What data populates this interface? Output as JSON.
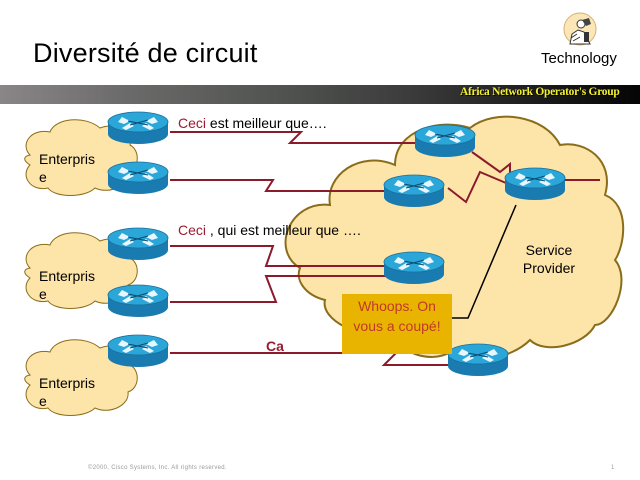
{
  "slide": {
    "title": "Diversité de circuit",
    "logo_caption": "Technology",
    "logo_icon": "technician-with-microscope-icon",
    "banner_text": "Africa Network Operator's Group",
    "footer_text": "©2000, Cisco Systems, Inc. All rights reserved.",
    "page_number": "1"
  },
  "diagram": {
    "labels": {
      "row1_red": "Ceci",
      "row1_black": " est meilleur que",
      "row1_dots": "….",
      "row2_red": "Ceci",
      "row2_black": " , qui est meilleur que ",
      "row2_dots": "….",
      "row3_red": "Ca"
    },
    "enterprises": [
      {
        "line1": "Enterpris",
        "line2": "e"
      },
      {
        "line1": "Enterpris",
        "line2": "e"
      },
      {
        "line1": "Enterpris",
        "line2": "e"
      }
    ],
    "service_provider": {
      "line1": "Service",
      "line2": "Provider"
    },
    "callout": {
      "line1": "Whoops. On",
      "line2": "vous a coupé!"
    },
    "colors": {
      "cloud_fill": "#fde4a8",
      "cloud_stroke": "#8a6d1a",
      "link_red": "#8b1a2b",
      "router_top": "#2aa7d8",
      "router_side": "#1a7bb0",
      "callout_fill": "#e9b400",
      "callout_text": "#c0392b"
    }
  }
}
